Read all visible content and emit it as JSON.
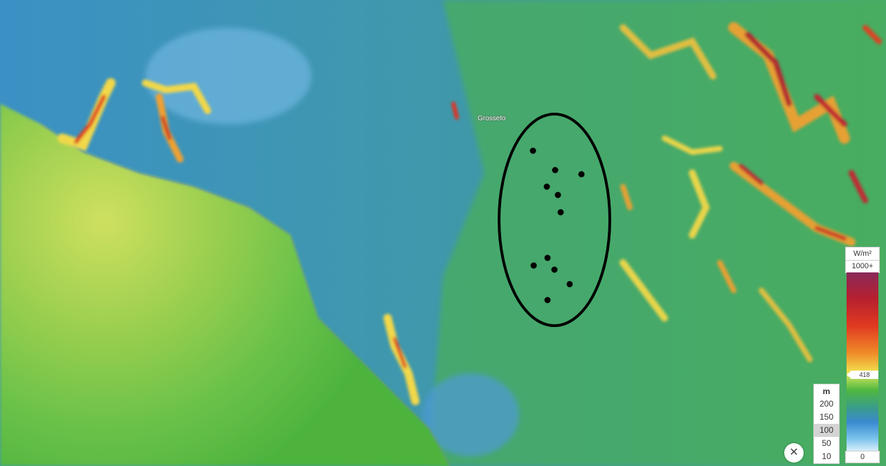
{
  "map": {
    "place_label": "Grosseto",
    "turbine_points": [
      {
        "lon_index": 1,
        "label": ""
      }
    ]
  },
  "legend_height": {
    "unit": "m",
    "levels": [
      "200",
      "150",
      "100",
      "50",
      "10"
    ],
    "selected": "100"
  },
  "legend_power": {
    "unit": "W/m²",
    "max_label": "1000+",
    "marker_value": "418",
    "min_label": "0"
  },
  "controls": {
    "close_symbol": "✕"
  },
  "colors": {
    "sea_green": "#7cc44a",
    "coast_green": "#4db33e",
    "plain_blue": "#3a8fc8",
    "ridge_yellow": "#f2d84a",
    "ridge_red": "#c8202e",
    "ellipse": "#000000"
  }
}
